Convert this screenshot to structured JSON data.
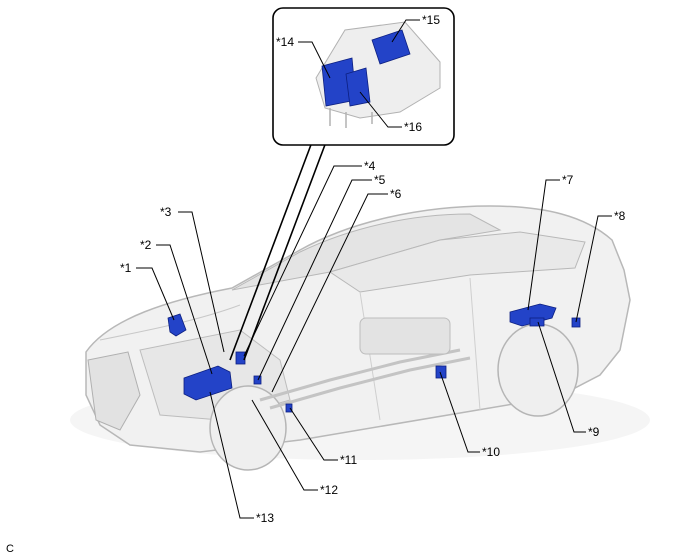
{
  "diagram": {
    "figure_code": "C",
    "colors": {
      "component": "#2343c8",
      "component_edge": "#0c1f80",
      "vehicle_fill": "#f1f1f1",
      "vehicle_line": "#b8b8b8",
      "leader": "#000000"
    },
    "labels": [
      {
        "id": "1",
        "text": "*1"
      },
      {
        "id": "2",
        "text": "*2"
      },
      {
        "id": "3",
        "text": "*3"
      },
      {
        "id": "4",
        "text": "*4"
      },
      {
        "id": "5",
        "text": "*5"
      },
      {
        "id": "6",
        "text": "*6"
      },
      {
        "id": "7",
        "text": "*7"
      },
      {
        "id": "8",
        "text": "*8"
      },
      {
        "id": "9",
        "text": "*9"
      },
      {
        "id": "10",
        "text": "*10"
      },
      {
        "id": "11",
        "text": "*11"
      },
      {
        "id": "12",
        "text": "*12"
      },
      {
        "id": "13",
        "text": "*13"
      },
      {
        "id": "14",
        "text": "*14"
      },
      {
        "id": "15",
        "text": "*15"
      },
      {
        "id": "16",
        "text": "*16"
      }
    ]
  }
}
